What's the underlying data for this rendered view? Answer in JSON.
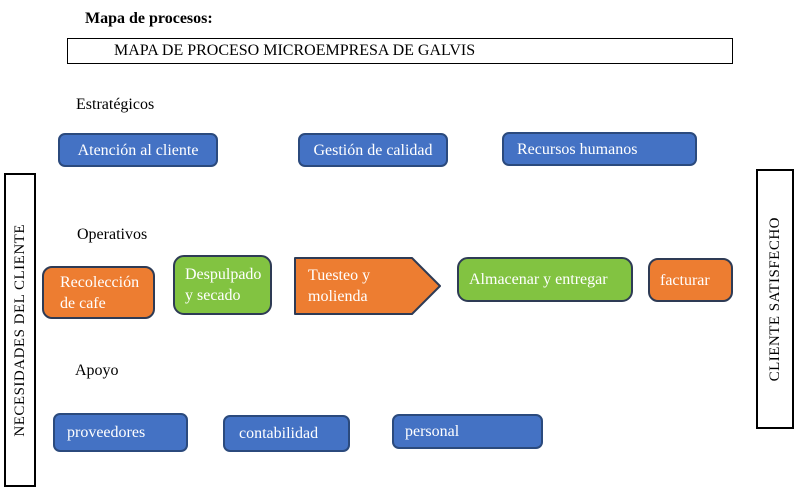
{
  "header": {
    "heading": "Mapa de procesos:",
    "title": "MAPA DE PROCESO MICROEMPRESA DE GALVIS"
  },
  "strategic": {
    "label": "Estratégicos",
    "items": [
      {
        "label": "Atención al cliente"
      },
      {
        "label": "Gestión de calidad"
      },
      {
        "label": "Recursos humanos"
      }
    ]
  },
  "operative": {
    "label": "Operativos",
    "steps": [
      {
        "label": "Recolección\nde cafe",
        "shape": "rounded-rect",
        "color": "orange"
      },
      {
        "label": "Despulpado\ny secado",
        "shape": "rounded-rect",
        "color": "green"
      },
      {
        "label": "Tuesteo y\nmolienda",
        "shape": "pentagon-arrow",
        "color": "orange"
      },
      {
        "label": "Almacenar y entregar",
        "shape": "rounded-rect",
        "color": "green"
      },
      {
        "label": "facturar",
        "shape": "rounded-rect",
        "color": "orange"
      }
    ]
  },
  "support": {
    "label": "Apoyo",
    "items": [
      {
        "label": "proveedores"
      },
      {
        "label": "contabilidad"
      },
      {
        "label": "personal"
      }
    ]
  },
  "sidebars": {
    "left": "NECESIDADES DEL CLIENTE",
    "right": "CLIENTE SATISFECHO"
  },
  "colors": {
    "blue_fill": "#4472C4",
    "blue_border": "#2B4A7D",
    "orange_fill": "#ED7D31",
    "green_fill": "#82C341",
    "dark_border": "#2E3B55"
  }
}
